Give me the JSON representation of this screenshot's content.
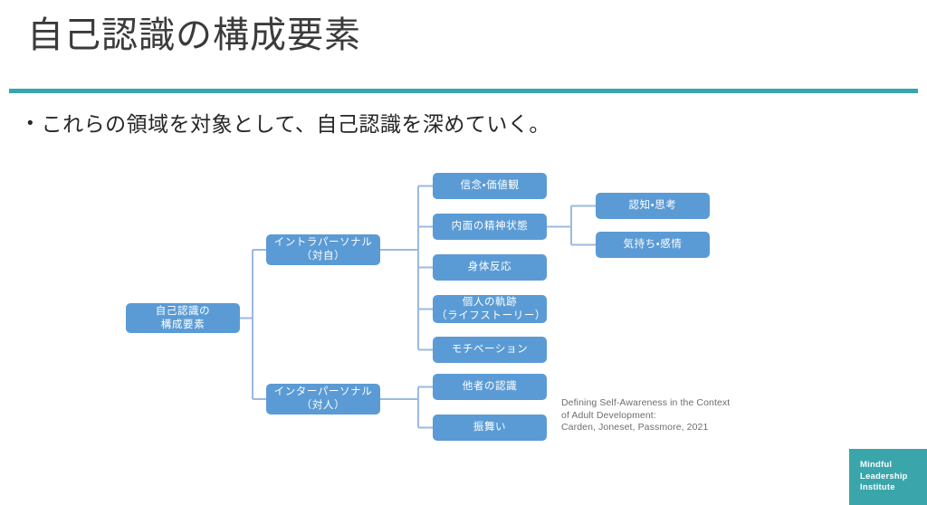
{
  "slide": {
    "title": "自己認識の構成要素",
    "bullet_marker": "•",
    "bullet_text": "これらの領域を対象として、自己認識を深めていく。",
    "accent_color": "#3aa6ab",
    "node_color": "#5b9bd5",
    "connector_color": "#9cb9e0"
  },
  "diagram": {
    "root": {
      "label": "自己認識の\n構成要素"
    },
    "level2": [
      {
        "label": "イントラパーソナル\n（対自）"
      },
      {
        "label": "インターパーソナル\n（対人）"
      }
    ],
    "level3": [
      {
        "label": "信念・価値観"
      },
      {
        "label": "内面の精神状態"
      },
      {
        "label": "身体反応"
      },
      {
        "label": "個人の軌跡\n（ライフストーリー）"
      },
      {
        "label": "モチベーション"
      },
      {
        "label": "他者の認識"
      },
      {
        "label": "振舞い"
      }
    ],
    "level4": [
      {
        "label": "認知・思考"
      },
      {
        "label": "気持ち・感情"
      }
    ]
  },
  "citation": {
    "text": "Defining Self-Awareness in the Context\nof Adult Development:\nCarden, Joneset, Passmore, 2021"
  },
  "logo": {
    "text": "Mindful\nLeadership\nInstitute"
  }
}
